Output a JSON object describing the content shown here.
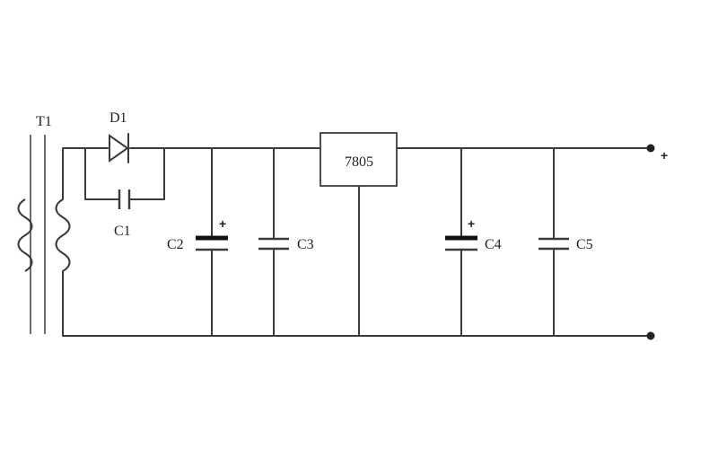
{
  "labels": {
    "transformer": "T1",
    "diode": "D1",
    "c1": "C1",
    "c2": "C2",
    "c3": "C3",
    "c4": "C4",
    "c5": "C5",
    "regulator": "7805"
  },
  "polarity": {
    "c2_plus": "+",
    "c4_plus": "+",
    "output_plus": "+"
  }
}
